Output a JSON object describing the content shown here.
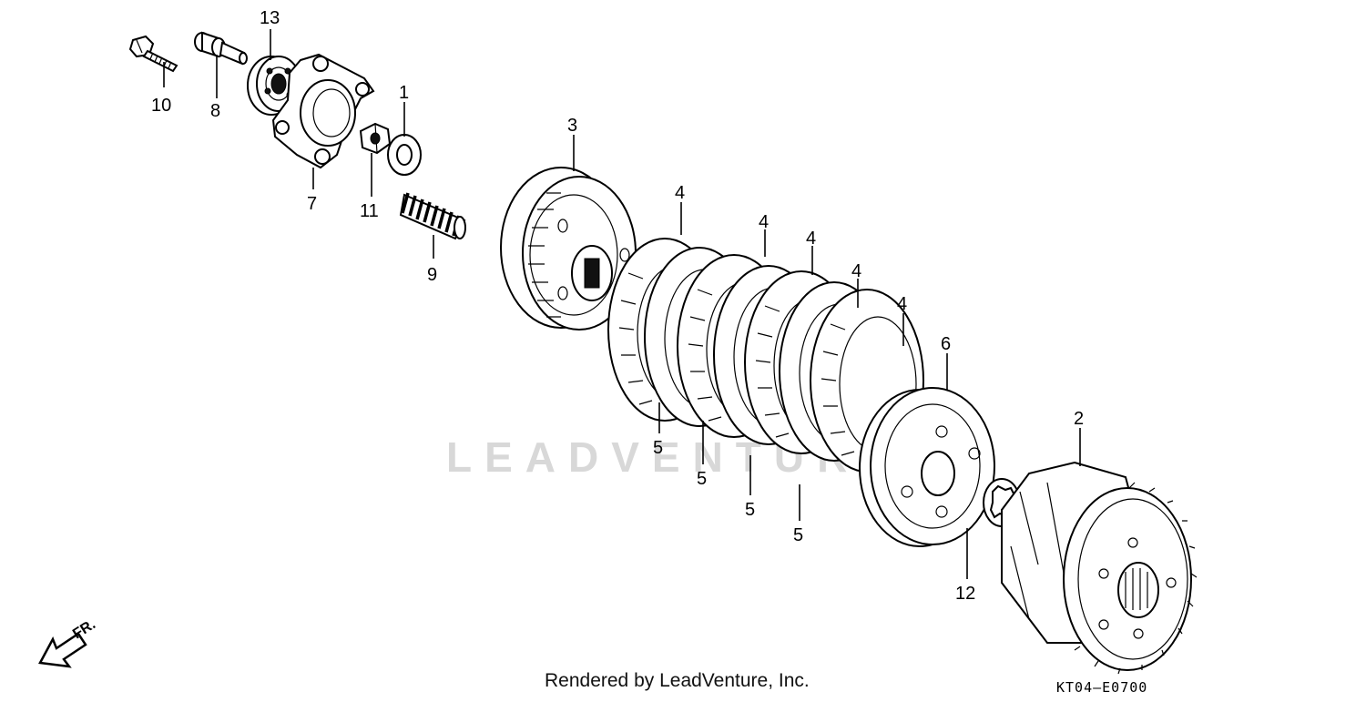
{
  "diagram": {
    "callouts": [
      {
        "id": "c1",
        "label": "1"
      },
      {
        "id": "c2",
        "label": "2"
      },
      {
        "id": "c3",
        "label": "3"
      },
      {
        "id": "c4a",
        "label": "4"
      },
      {
        "id": "c4b",
        "label": "4"
      },
      {
        "id": "c4c",
        "label": "4"
      },
      {
        "id": "c4d",
        "label": "4"
      },
      {
        "id": "c4e",
        "label": "4"
      },
      {
        "id": "c5a",
        "label": "5"
      },
      {
        "id": "c5b",
        "label": "5"
      },
      {
        "id": "c5c",
        "label": "5"
      },
      {
        "id": "c5d",
        "label": "5"
      },
      {
        "id": "c6",
        "label": "6"
      },
      {
        "id": "c7",
        "label": "7"
      },
      {
        "id": "c8",
        "label": "8"
      },
      {
        "id": "c9",
        "label": "9"
      },
      {
        "id": "c10",
        "label": "10"
      },
      {
        "id": "c11",
        "label": "11"
      },
      {
        "id": "c12",
        "label": "12"
      },
      {
        "id": "c13",
        "label": "13"
      }
    ],
    "direction_label": "FR.",
    "watermark": "LEADVENTURE",
    "footer_text": "Rendered by LeadVenture, Inc.",
    "diagram_code": "KT04–E0700"
  }
}
